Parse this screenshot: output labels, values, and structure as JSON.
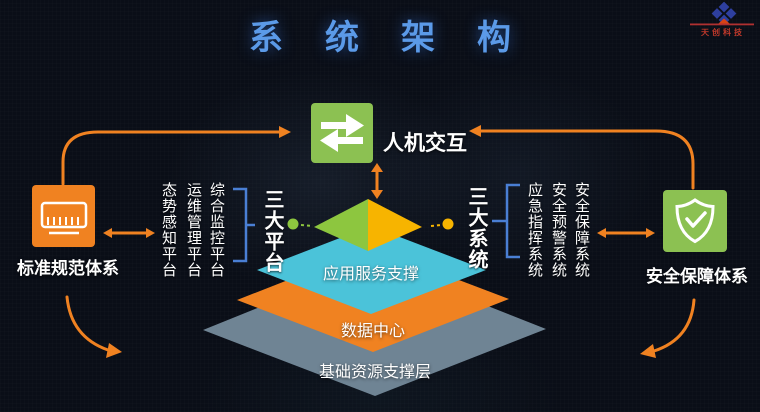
{
  "title": "系统架构",
  "logo": {
    "company": "天创科技",
    "icon": "four-diamonds-logo"
  },
  "hmi": {
    "label": "人机交互",
    "icon": "swap-arrows-icon",
    "color": "#8cc152"
  },
  "left_system": {
    "label": "标准规范体系",
    "icon": "ruler-icon",
    "color": "#f08221"
  },
  "right_system": {
    "label": "安全保障体系",
    "icon": "shield-check-icon",
    "color": "#8cc152"
  },
  "platforms": {
    "heading": "三大平台",
    "items": [
      "态势感知平台",
      "运维管理平台",
      "综合监控平台"
    ]
  },
  "systems": {
    "heading": "三大系统",
    "items": [
      "应急指挥系统",
      "安全预警系统",
      "安全保障系统"
    ]
  },
  "pyramid": {
    "top_left_color": "#8dc63f",
    "top_right_color": "#f7b400",
    "layers": [
      {
        "label": "应用服务支撑",
        "color": "#4bc3d9"
      },
      {
        "label": "数据中心",
        "color": "#f08221"
      },
      {
        "label": "基础资源支撑层",
        "color": "#6f8494"
      }
    ]
  },
  "colors": {
    "background": "#0a0e17",
    "title_blue": "#5b9ae8",
    "arrow_orange": "#f08221",
    "bracket_blue": "#4a7fd4",
    "logo_blue": "#2e3f9f",
    "logo_red": "#c0392b"
  }
}
